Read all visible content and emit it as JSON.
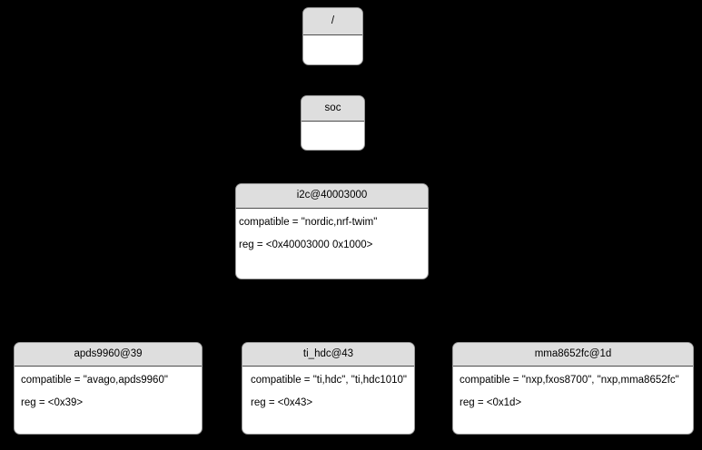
{
  "diagram": {
    "title": "devicetree-node-hierarchy",
    "background_color": "#000000",
    "node_header_color": "#dedede",
    "node_body_color": "#ffffff",
    "node_border_color": "#9a9a9a",
    "edge_color": "#000000",
    "text_color": "#000000"
  },
  "nodes": {
    "root": {
      "label": "/",
      "properties": []
    },
    "soc": {
      "label": "soc",
      "properties": []
    },
    "i2c": {
      "label": "i2c@40003000",
      "properties": [
        "compatible = \"nordic,nrf-twim\"",
        "reg = <0x40003000 0x1000>"
      ]
    },
    "apds9960": {
      "label": "apds9960@39",
      "properties": [
        "compatible = \"avago,apds9960\"",
        "reg = <0x39>"
      ]
    },
    "ti_hdc": {
      "label": "ti_hdc@43",
      "properties": [
        "compatible = \"ti,hdc\", \"ti,hdc1010\"",
        "reg = <0x43>"
      ]
    },
    "mma8652fc": {
      "label": "mma8652fc@1d",
      "properties": [
        "compatible = \"nxp,fxos8700\", \"nxp,mma8652fc\"",
        "reg = <0x1d>"
      ]
    }
  },
  "edges": [
    {
      "from": "root",
      "to": "soc"
    },
    {
      "from": "soc",
      "to": "i2c"
    },
    {
      "from": "i2c",
      "to": "apds9960"
    },
    {
      "from": "i2c",
      "to": "ti_hdc"
    },
    {
      "from": "i2c",
      "to": "mma8652fc"
    }
  ]
}
